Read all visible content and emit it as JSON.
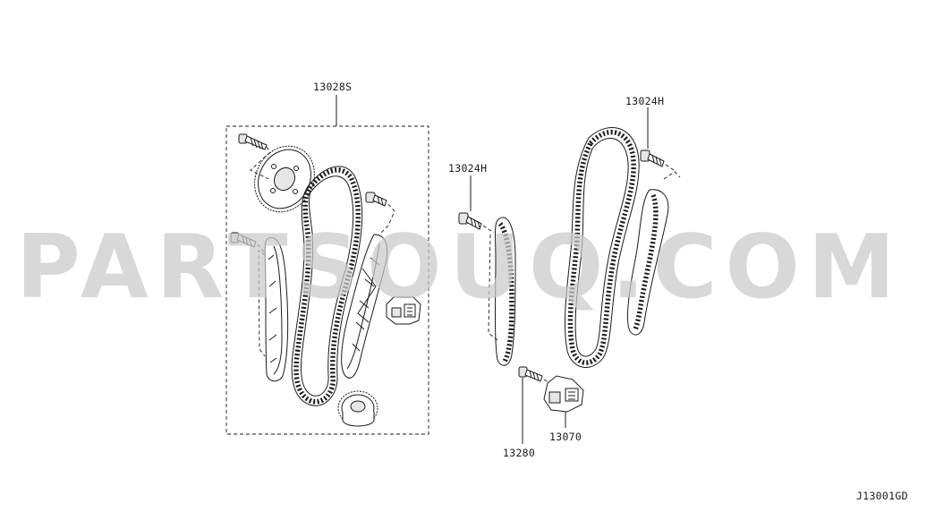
{
  "watermark": "PARTSOUQ.COM",
  "diagram_code": "J13001GD",
  "callouts": {
    "kit": "13028S",
    "guide_bolt_left": "13024H",
    "guide_bolt_right": "13024H",
    "tensioner_bolt": "13280",
    "tensioner": "13070"
  },
  "colors": {
    "line": "#1a1a1a",
    "watermark": "#c9c9c9",
    "background": "#ffffff"
  }
}
